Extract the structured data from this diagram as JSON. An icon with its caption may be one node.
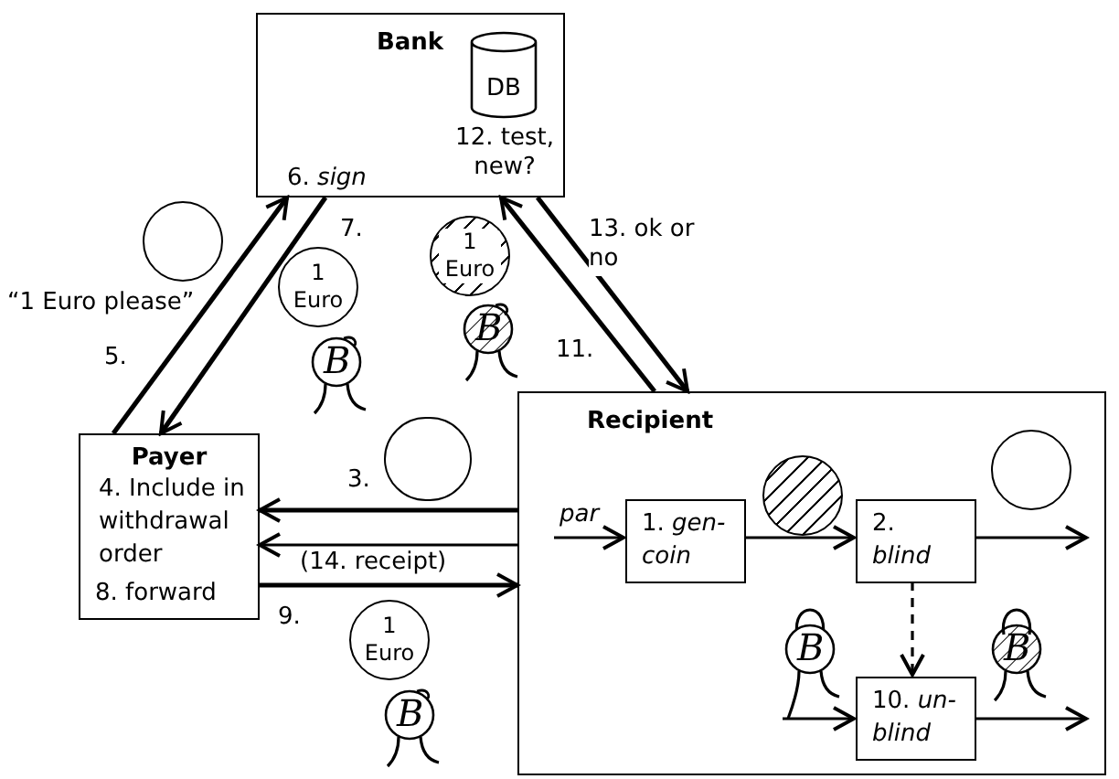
{
  "diagram": {
    "nodes": [
      {
        "text": [
          "Bank",
          "6. *sign*",
          "12. test, new?"
        ]
      },
      {
        "text": [
          "DB"
        ],
        "in": 0
      },
      {
        "text": [],
        "shape": "circle"
      },
      {
        "text": [
          "1 Euro"
        ]
      },
      {
        "text": [
          "B"
        ]
      },
      {
        "text": [
          "1 Euro"
        ]
      },
      {
        "text": [
          "B"
        ]
      },
      {
        "text": [
          "Payer",
          "4. Include in withdrawal order",
          "8. forward"
        ]
      },
      {
        "text": [],
        "shape": "circle"
      },
      {
        "text": [
          "1 Euro"
        ]
      },
      {
        "text": [
          "B"
        ]
      },
      {
        "text": [
          "Recipient"
        ]
      },
      {
        "text": [
          "1. *gen-coin*"
        ],
        "in": 11
      },
      {
        "text": [],
        "shape": "circle",
        "in": 11
      },
      {
        "text": [
          "2. *blind*"
        ],
        "in": 11
      },
      {
        "text": [],
        "shape": "circle",
        "in": 11
      },
      {
        "text": [
          "B"
        ],
        "in": 11
      },
      {
        "text": [
          "10. *un-blind*"
        ],
        "in": 11
      },
      {
        "text": [
          "B"
        ],
        "in": 11
      }
    ],
    "edges": [
      {
        "from": 7,
        "to": 0,
        "arrow": "to",
        "label": "5."
      },
      {
        "from": 0,
        "to": 7,
        "arrow": "to",
        "label": "7."
      },
      {
        "from": 11,
        "to": 0,
        "arrow": "to",
        "label": "11."
      },
      {
        "from": 0,
        "to": 11,
        "arrow": "to",
        "label": "13. ok or no"
      },
      {
        "from": 11,
        "to": 7,
        "arrow": "to",
        "label": "3."
      },
      {
        "from": 11,
        "to": 7,
        "arrow": "to",
        "label": "(14. receipt)"
      },
      {
        "from": 7,
        "to": 11,
        "arrow": "to",
        "label": "9."
      },
      {
        "from": null,
        "to": 12,
        "arrow": "to",
        "label": "par"
      },
      {
        "from": 12,
        "to": 14,
        "arrow": "to"
      },
      {
        "from": 14,
        "to": null,
        "arrow": "to"
      },
      {
        "from": 14,
        "to": 17,
        "arrow": "to",
        "style": "dashed"
      },
      {
        "from": 16,
        "to": 17,
        "arrow": "to"
      },
      {
        "from": 17,
        "to": null,
        "arrow": "to"
      }
    ],
    "labels": [
      "“1 Euro please”"
    ]
  }
}
